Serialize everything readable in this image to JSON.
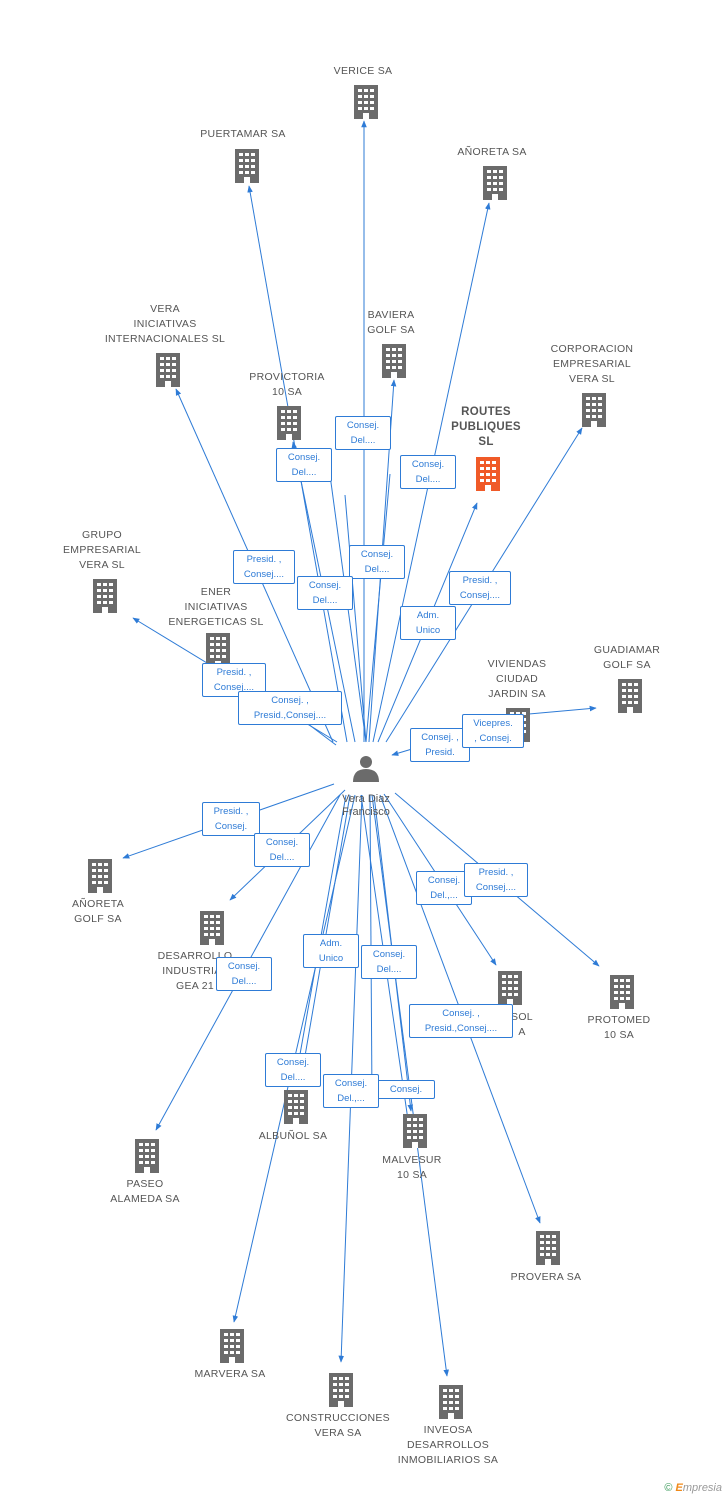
{
  "colors": {
    "edge": "#2e7bd6",
    "building": "#6b6b6b",
    "highlight": "#f05a28",
    "person": "#6b6b6b"
  },
  "person": {
    "name": "Vera Diaz\nFrancisco",
    "icon": "person-icon"
  },
  "companies": [
    {
      "id": "verice",
      "label": "VERICE SA"
    },
    {
      "id": "puertamar",
      "label": "PUERTAMAR SA"
    },
    {
      "id": "anoreta",
      "label": "AÑORETA SA"
    },
    {
      "id": "vera_iniciativas",
      "label": "VERA\nINICIATIVAS\nINTERNACIONALES SL"
    },
    {
      "id": "baviera",
      "label": "BAVIERA\nGOLF SA"
    },
    {
      "id": "provictoria",
      "label": "PROVICTORIA\n10 SA"
    },
    {
      "id": "routes",
      "label": "ROUTES\nPUBLIQUES\nSL",
      "highlight": true
    },
    {
      "id": "corporacion",
      "label": "CORPORACION\nEMPRESARIAL\nVERA SL"
    },
    {
      "id": "grupo",
      "label": "GRUPO\nEMPRESARIAL\nVERA SL"
    },
    {
      "id": "ener",
      "label": "ENER\nINICIATIVAS\nENERGETICAS SL"
    },
    {
      "id": "viviendas",
      "label": "VIVIENDAS\nCIUDAD\nJARDIN SA"
    },
    {
      "id": "guadiamar",
      "label": "GUADIAMAR\nGOLF SA"
    },
    {
      "id": "anoreta_golf",
      "label": "AÑORETA\nGOLF SA"
    },
    {
      "id": "desarrollo",
      "label": "DESARROLLO\nINDUSTRIAL\nGEA 21"
    },
    {
      "id": "sol",
      "label": "SOL\nA"
    },
    {
      "id": "protomed",
      "label": "PROTOMED\n10 SA"
    },
    {
      "id": "albunol",
      "label": "ALBUÑOL SA"
    },
    {
      "id": "malvesur",
      "label": "MALVESUR\n10 SA"
    },
    {
      "id": "paseo",
      "label": "PASEO\nALAMEDA SA"
    },
    {
      "id": "provera",
      "label": "PROVERA SA"
    },
    {
      "id": "marvera",
      "label": "MARVERA SA"
    },
    {
      "id": "construcciones",
      "label": "CONSTRUCCIONES\nVERA SA"
    },
    {
      "id": "inveosa",
      "label": "INVEOSA\nDESARROLLOS\nINMOBILIARIOS SA"
    }
  ],
  "edges": [
    {
      "target": "verice",
      "label": ""
    },
    {
      "target": "puertamar",
      "label": ""
    },
    {
      "target": "anoreta",
      "label": ""
    },
    {
      "target": "vera_iniciativas",
      "label": "Presid. ,\nConsej...."
    },
    {
      "target": "baviera",
      "label": "Consej.\nDel...."
    },
    {
      "target": "provictoria",
      "label": "Consej.\nDel...."
    },
    {
      "target": "routes",
      "label": "Adm.\nUnico"
    },
    {
      "target": "corporacion",
      "label": "Presid. ,\nConsej...."
    },
    {
      "target": "grupo",
      "label": "Presid. ,\nConsej...."
    },
    {
      "target": "ener",
      "label": "Consej. ,\nPresid.,Consej...."
    },
    {
      "target": "viviendas",
      "label": "Consej. ,\nPresid."
    },
    {
      "target": "guadiamar",
      "label": "Vicepres.\n, Consej."
    },
    {
      "target": "anoreta_golf",
      "label": "Presid. ,\nConsej."
    },
    {
      "target": "desarrollo",
      "label": "Consej.\nDel...."
    },
    {
      "target": "sol",
      "label": "Consej.\nDel.,..."
    },
    {
      "target": "protomed",
      "label": "Presid. ,\nConsej...."
    },
    {
      "target": "albunol",
      "label": "Consej.\nDel...."
    },
    {
      "target": "malvesur",
      "label": "Consej."
    },
    {
      "target": "paseo",
      "label": "Consej.\nDel...."
    },
    {
      "target": "provera",
      "label": "Consej. ,\nPresid.,Consej...."
    },
    {
      "target": "marvera",
      "label": "Adm.\nUnico"
    },
    {
      "target": "construcciones",
      "label": "Consej.\nDel.,..."
    },
    {
      "target": "inveosa",
      "label": "Consej.\nDel...."
    },
    {
      "target": "extra1",
      "label": "Consej.\nDel...."
    },
    {
      "target": "extra2",
      "label": "Consej.\nDel...."
    },
    {
      "target": "extra3",
      "label": "Consej.\nDel...."
    }
  ],
  "footer": {
    "copyright": "©",
    "brand_initial": "E",
    "brand_rest": "mpresia"
  }
}
